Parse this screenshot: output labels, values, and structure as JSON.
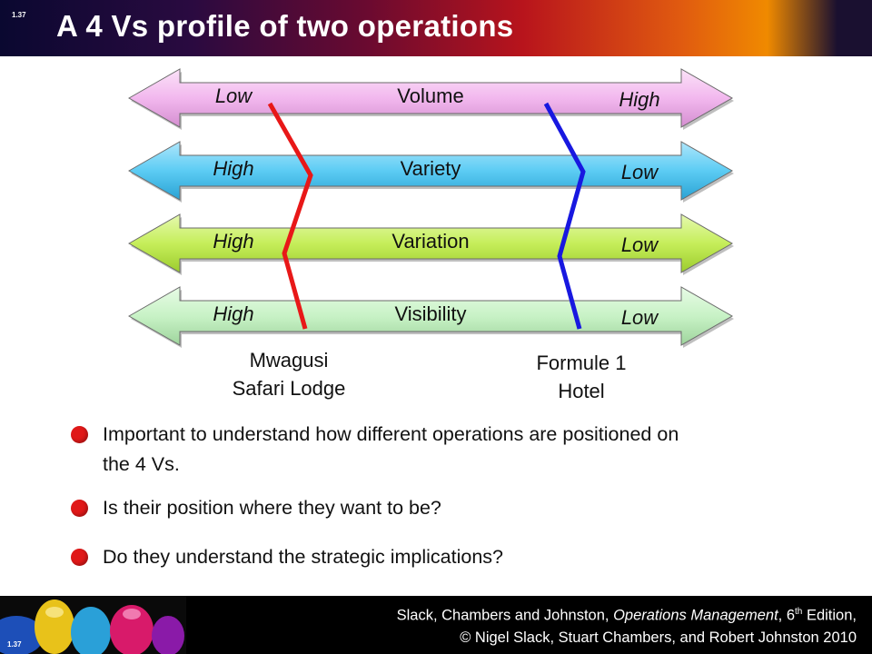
{
  "slide_number": "1.37",
  "title": "A 4 Vs profile of two operations",
  "colors": {
    "volume": "#f2b8ee",
    "variety": "#5cccf4",
    "variation": "#c6ee5a",
    "visibility": "#c8f2c6",
    "mwagusi_line": "#e81818",
    "formule_line": "#1818e0",
    "bullet_dot": "#e01818"
  },
  "scales": [
    {
      "name": "Volume",
      "left": "Low",
      "right": "High"
    },
    {
      "name": "Variety",
      "left": "High",
      "right": "Low"
    },
    {
      "name": "Variation",
      "left": "High",
      "right": "Low"
    },
    {
      "name": "Visibility",
      "left": "High",
      "right": "Low"
    }
  ],
  "operations": [
    {
      "line1": "Mwagusi",
      "line2": "Safari Lodge"
    },
    {
      "line1": "Formule 1",
      "line2": "Hotel"
    }
  ],
  "bullets": [
    "Important to understand how different operations are positioned on the 4 Vs.",
    "Is their position where they want to be?",
    "Do they understand the strategic implications?"
  ],
  "footer": {
    "citation_pre": "Slack, Chambers and Johnston, ",
    "citation_book": "Operations Management",
    "citation_edition": ", 6",
    "citation_sup": "th",
    "citation_post": " Edition,",
    "copyright": "© Nigel Slack, Stuart Chambers, and Robert Johnston 2010"
  }
}
